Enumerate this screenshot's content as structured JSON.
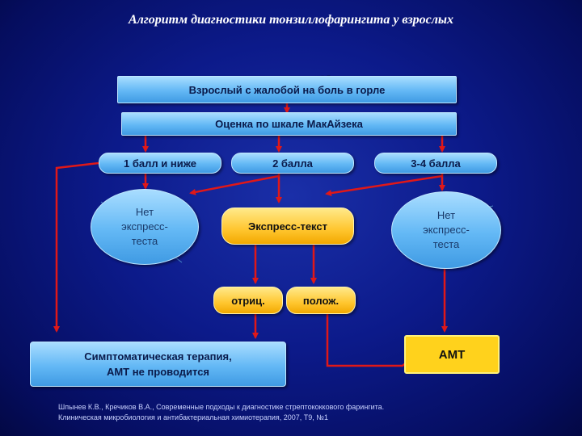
{
  "title": "Алгоритм диагностики тонзиллофарингита у взрослых",
  "nodes": {
    "complaint": "Взрослый с жалобой на боль в горле",
    "assessment": "Оценка по шкале МакАйзека",
    "score_low": "1 балл и ниже",
    "score_mid": "2 балла",
    "score_high": "3-4 балла",
    "no_test_left": [
      "Нет",
      "экспресс-",
      "теста"
    ],
    "express_test": "Экспресс-текст",
    "no_test_right": [
      "Нет",
      "экспресс-",
      "теста"
    ],
    "negative": "отриц.",
    "positive": "полож.",
    "therapy": [
      "Симптоматическая терапия,",
      "АМТ не проводится"
    ],
    "amt": "АМТ"
  },
  "reference": [
    "Шпынев К.В., Кречиков В.А., Современные подходы к диагностике стрептококкового фарингита.",
    "Клиническая микробиология и антибактериальная химиотерапия, 2007, Т9, №1"
  ],
  "colors": {
    "arrow": "#e01818",
    "blue_node": "#63b8f5",
    "orange_node": "#ffc62f",
    "amt_node": "#ffd21c"
  }
}
